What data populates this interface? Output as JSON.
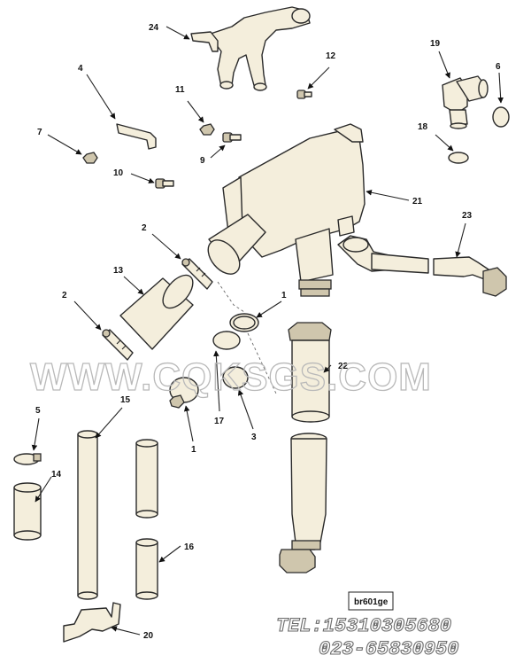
{
  "diagram": {
    "drawing_code": "br601ge",
    "watermark": "WWW.CQKSGS.COM",
    "contact_tel": "TEL:15310305680",
    "contact_phone": "023-65830950",
    "callouts": {
      "c1a": "1",
      "c1b": "1",
      "c2a": "2",
      "c2b": "2",
      "c3": "3",
      "c4": "4",
      "c5": "5",
      "c6": "6",
      "c7": "7",
      "c9": "9",
      "c10": "10",
      "c11": "11",
      "c12": "12",
      "c13": "13",
      "c14": "14",
      "c15": "15",
      "c16": "16",
      "c17": "17",
      "c18": "18",
      "c19": "19",
      "c20": "20",
      "c21": "21",
      "c22": "22",
      "c23": "23",
      "c24": "24"
    }
  }
}
